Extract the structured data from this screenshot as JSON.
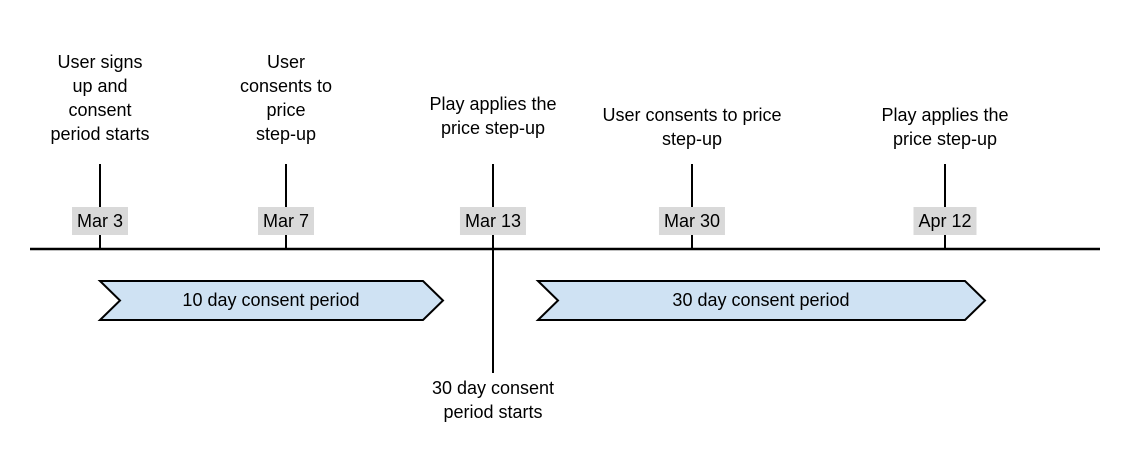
{
  "colors": {
    "period_arrow_fill": "#cfe2f3",
    "period_arrow_border": "#000000",
    "date_chip_bg": "#d9d9d9",
    "timeline_line": "#000000",
    "text": "#000000"
  },
  "timeline": {
    "events": [
      {
        "date": "Mar 3",
        "lines": [
          "User signs",
          "up and",
          "consent",
          "period starts"
        ]
      },
      {
        "date": "Mar 7",
        "lines": [
          "User",
          "consents to",
          "price",
          "step-up"
        ]
      },
      {
        "date": "Mar 13",
        "lines": [
          "Play applies the",
          "price step-up"
        ]
      },
      {
        "date": "Mar 30",
        "lines": [
          "User consents to price",
          "step-up"
        ]
      },
      {
        "date": "Apr 12",
        "lines": [
          "Play applies the",
          "price step-up"
        ]
      }
    ],
    "periods": [
      {
        "label": "10 day consent period"
      },
      {
        "label": "30 day consent period"
      }
    ],
    "below_note": {
      "lines": [
        "30 day consent",
        "period starts"
      ]
    }
  }
}
